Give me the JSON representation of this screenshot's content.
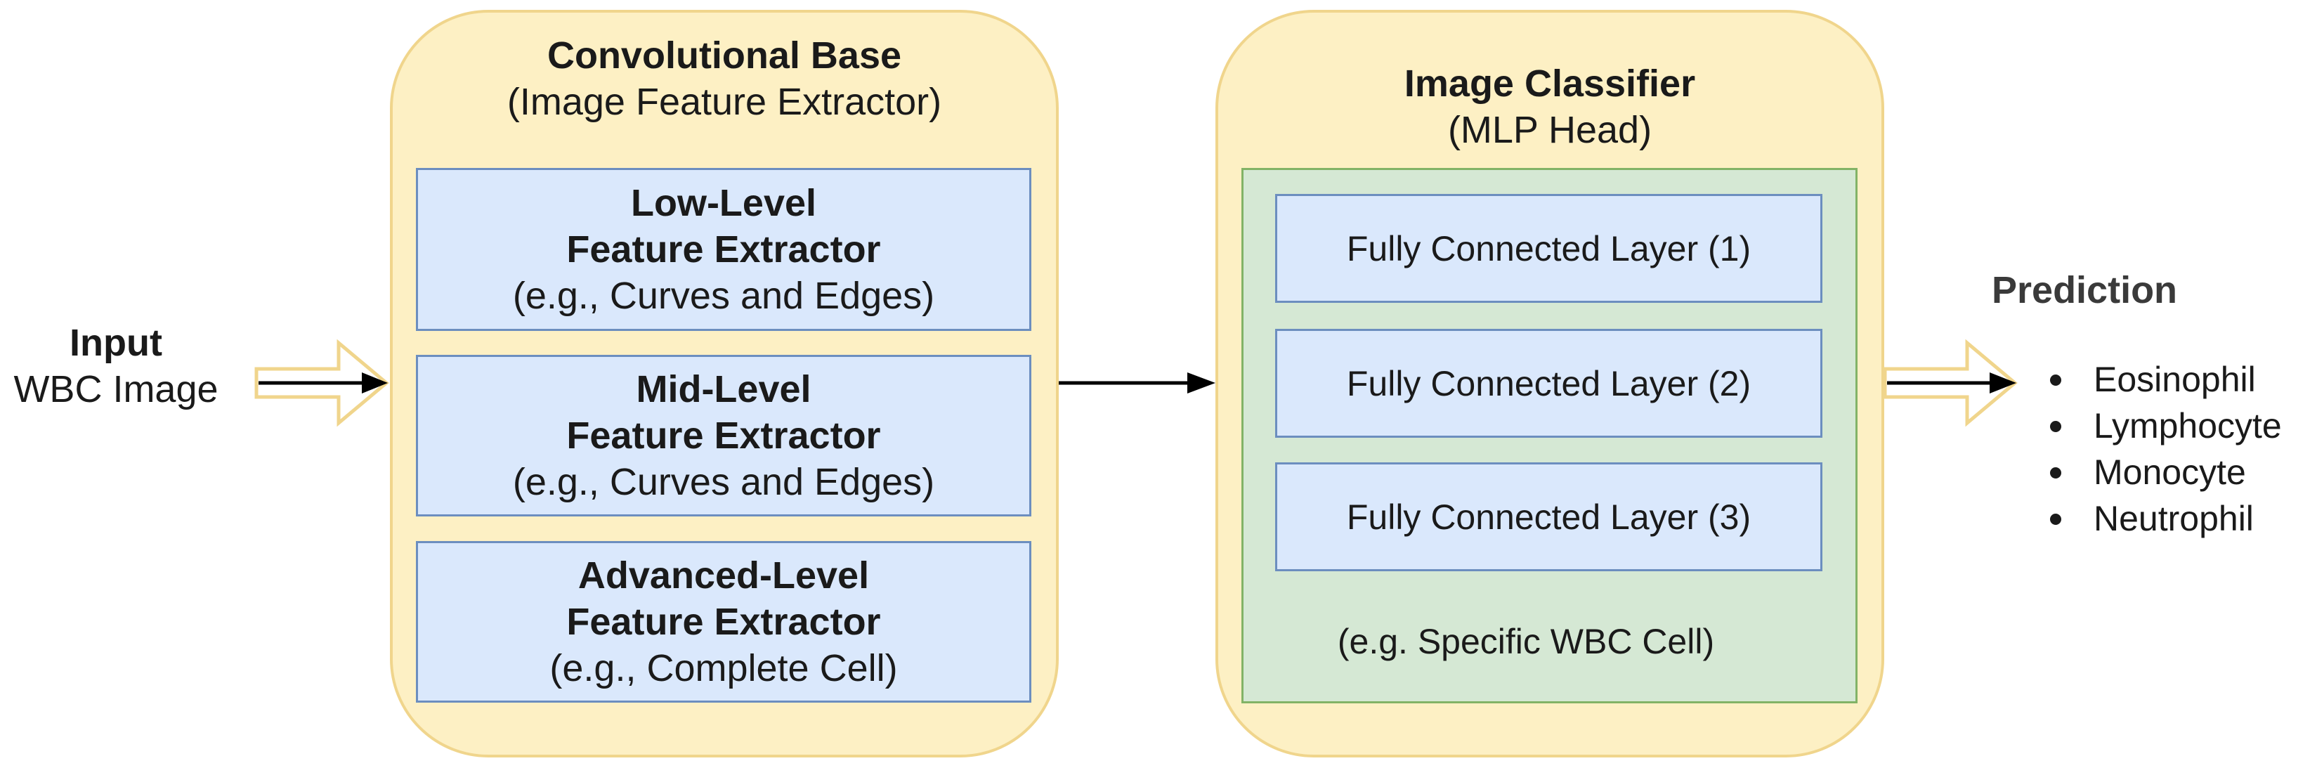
{
  "input": {
    "title": "Input",
    "subtitle": "WBC Image"
  },
  "conv_base": {
    "title": "Convolutional Base",
    "subtitle": "(Image Feature Extractor)",
    "extractors": [
      {
        "line1": "Low-Level",
        "line2": "Feature Extractor",
        "example": "(e.g., Curves and Edges)"
      },
      {
        "line1": "Mid-Level",
        "line2": "Feature Extractor",
        "example": "(e.g., Curves and Edges)"
      },
      {
        "line1": "Advanced-Level",
        "line2": "Feature Extractor",
        "example": "(e.g., Complete Cell)"
      }
    ]
  },
  "classifier": {
    "title": "Image Classifier",
    "subtitle": "(MLP Head)",
    "layers": [
      "Fully Connected Layer (1)",
      "Fully Connected Layer (2)",
      "Fully Connected Layer (3)"
    ],
    "note": "(e.g. Specific WBC Cell)"
  },
  "prediction": {
    "title": "Prediction",
    "classes": [
      "Eosinophil",
      "Lymphocyte",
      "Monocyte",
      "Neutrophil"
    ]
  },
  "colors": {
    "panel_fill": "#fdf0c4",
    "panel_border": "#f0d58c",
    "blue_fill": "#dae8fc",
    "blue_border": "#6c8ebf",
    "green_fill": "#d5e8d4",
    "green_border": "#82b366",
    "arrow": "#000000",
    "hollow_arrow_border": "#f0d58c"
  }
}
